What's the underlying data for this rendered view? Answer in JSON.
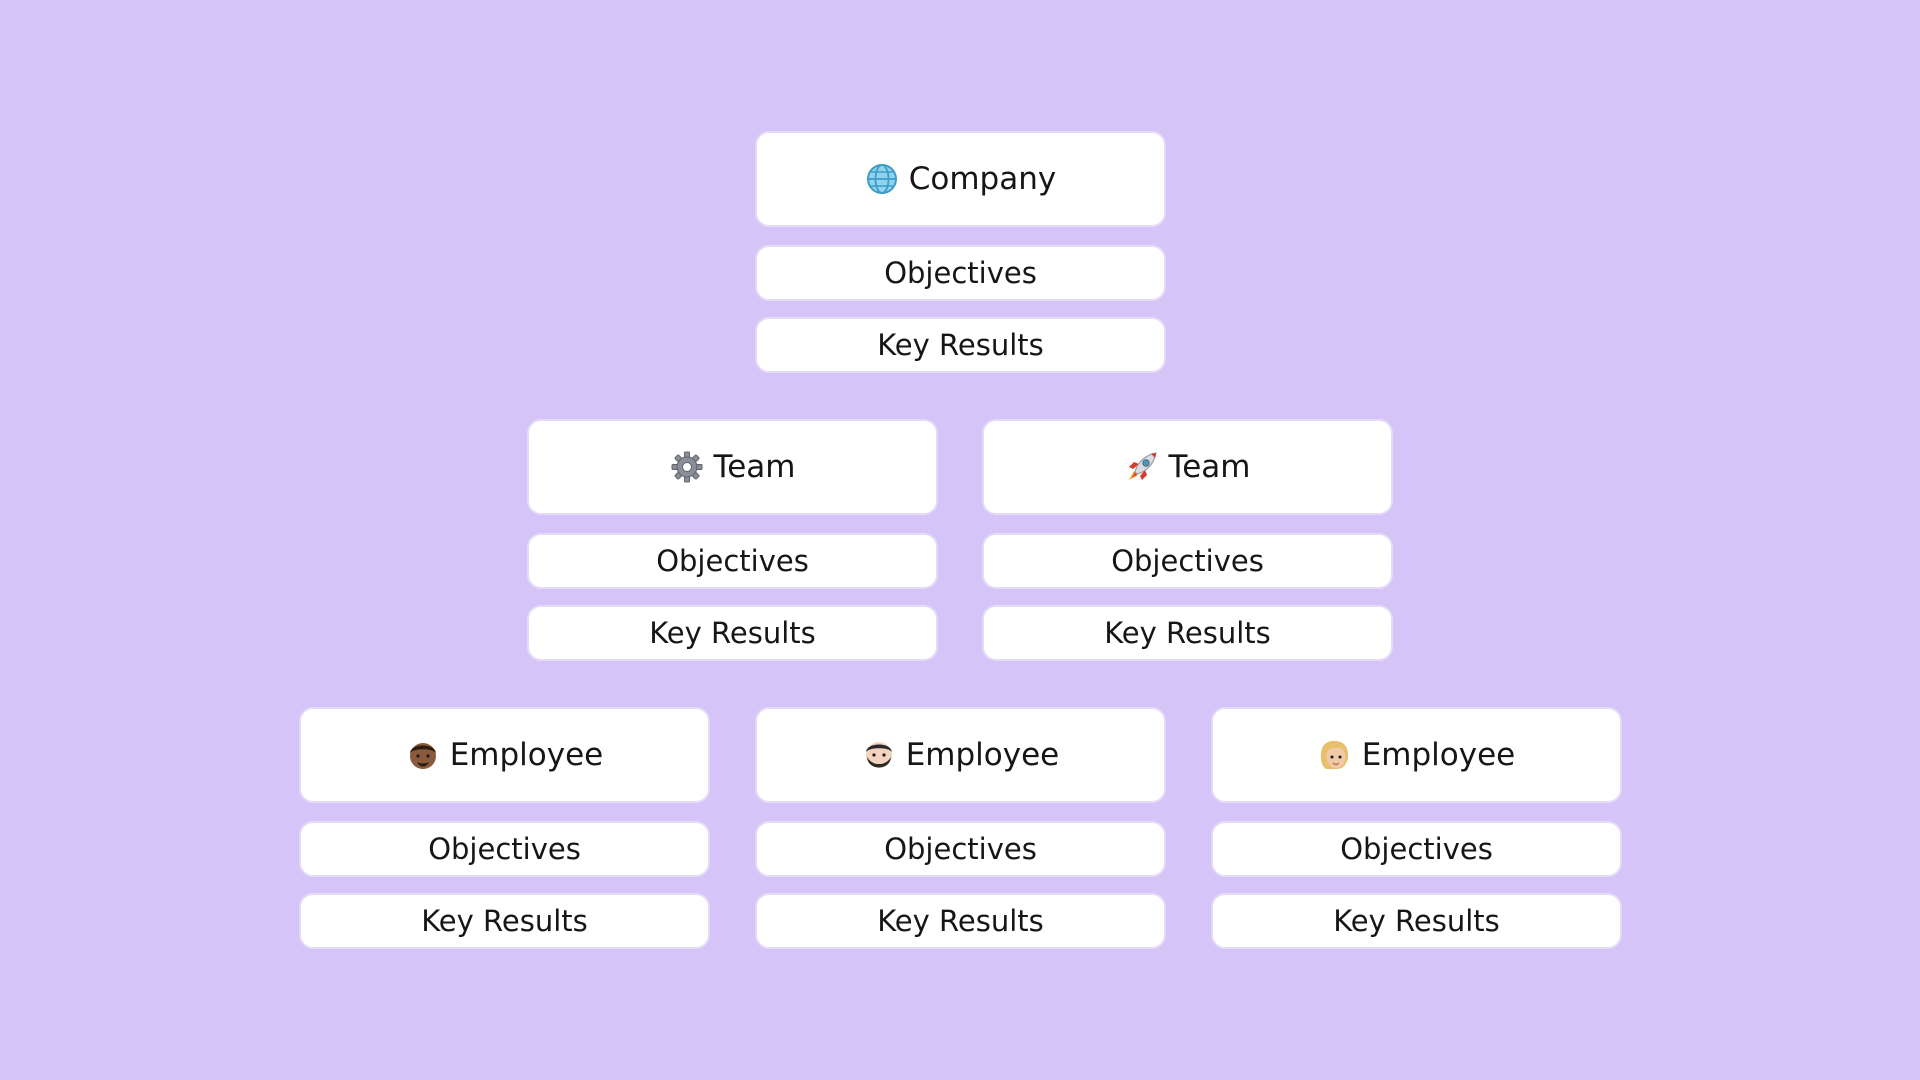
{
  "diagram": {
    "background_color": "#d4c4f7",
    "card_color": "#ffffff",
    "company": {
      "icon": "globe-icon",
      "title": "Company",
      "objectives": "Objectives",
      "key_results": "Key Results"
    },
    "teams": [
      {
        "icon": "gear-icon",
        "title": "Team",
        "objectives": "Objectives",
        "key_results": "Key Results"
      },
      {
        "icon": "rocket-icon",
        "title": "Team",
        "objectives": "Objectives",
        "key_results": "Key Results"
      }
    ],
    "employees": [
      {
        "icon": "person-dark-skin-icon",
        "title": "Employee",
        "objectives": "Objectives",
        "key_results": "Key Results"
      },
      {
        "icon": "person-bearded-icon",
        "title": "Employee",
        "objectives": "Objectives",
        "key_results": "Key Results"
      },
      {
        "icon": "person-blonde-icon",
        "title": "Employee",
        "objectives": "Objectives",
        "key_results": "Key Results"
      }
    ]
  }
}
